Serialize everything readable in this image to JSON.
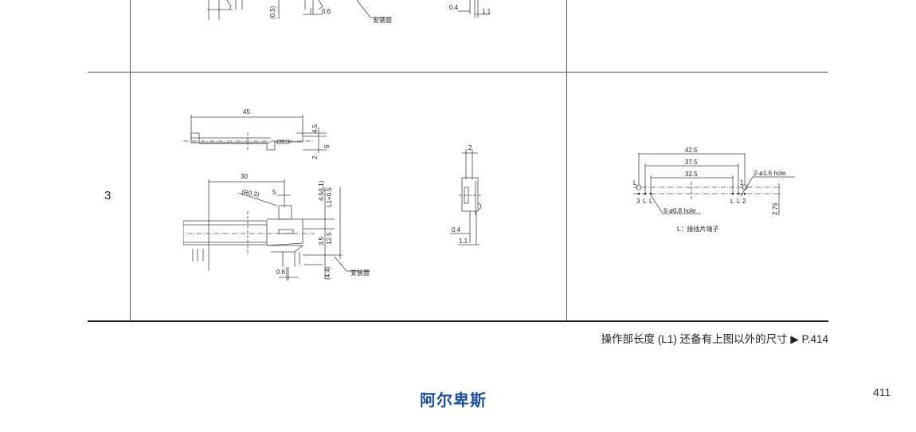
{
  "colors": {
    "brand": "#1d4f9c",
    "line": "#555555",
    "text": "#231f20"
  },
  "top_row": {
    "labels": {
      "dim_05": "(0.5)",
      "dim_06": "0.6",
      "mount_surface": "安装面",
      "dim_04": "0.4",
      "dim_11": "1.1"
    }
  },
  "row3": {
    "number": "3",
    "top_view": {
      "dim_45": "45",
      "dim_45b": "4.5",
      "dim_6": "6",
      "dim_2": "2"
    },
    "front_view": {
      "dim_30": "30",
      "r03": "(R0.3)",
      "dim_5": "5",
      "dim_45l1": "4.5(L1)",
      "dim_l1": "L1+0.5",
      "dim_35": "3.5",
      "dim_125": "12.5",
      "dim_06": "0.6",
      "dim_44": "(4.4)",
      "mount_surface": "安装面"
    },
    "side_view": {
      "dim_2": "2",
      "dim_04": "0.4",
      "dim_11": "1.1"
    },
    "pcb": {
      "dim_425": "42.5",
      "dim_375": "37.5",
      "dim_325": "32.5",
      "hole_2": "2-ø1.6 hole",
      "hole_6": "6-ø0.8 hole",
      "pin_L_top": "L",
      "pin_1": "1",
      "pin_3": "3",
      "pin_L1": "L",
      "pin_L2": "L",
      "pin_L3": "L",
      "pin_L4": "L",
      "pin_2": "2",
      "dim_275": "2.75",
      "legend": "L：接线片端子"
    }
  },
  "footnote": "操作部长度 (L1) 还备有上图以外的尺寸 ▶ P.414",
  "logo": "阿尔卑斯",
  "page_number": "411"
}
